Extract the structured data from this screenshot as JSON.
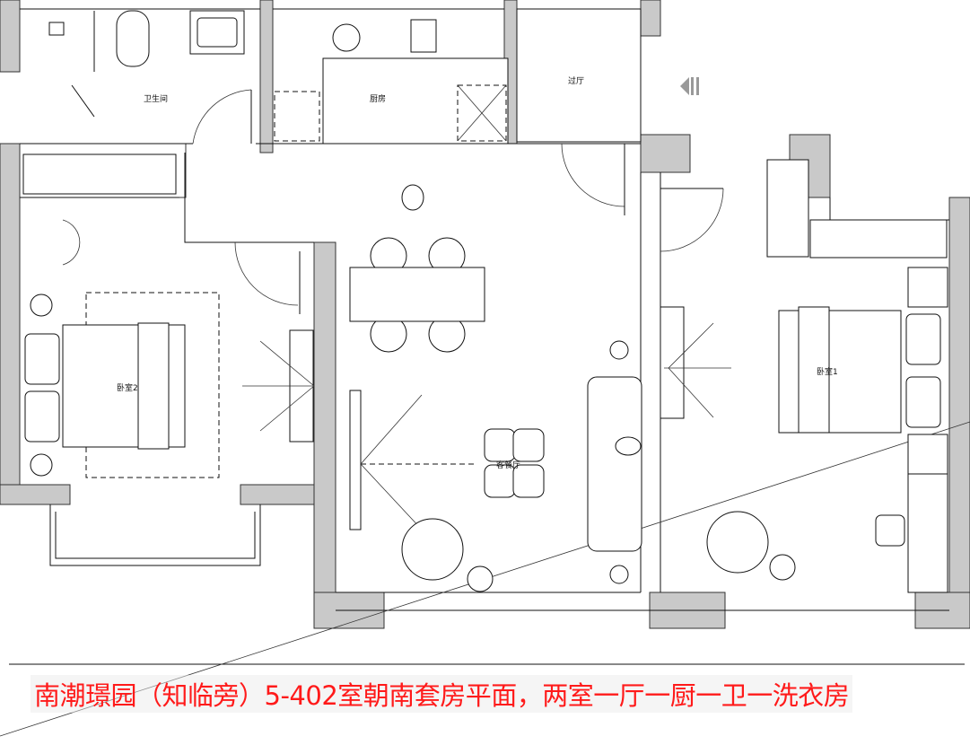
{
  "plan": {
    "rooms": {
      "bathroom": "卫生间",
      "kitchen": "厨房",
      "foyer": "过厅",
      "bedroom2": "卧室2",
      "bedroom1": "卧室1",
      "living_dining": "客餐厅"
    }
  },
  "caption": "南潮璟园（知临旁）5-402室朝南套房平面，两室一厅一厨一卫一洗衣房",
  "colors": {
    "caption": "#ff1a1a",
    "wall": "#c9c9c9"
  }
}
